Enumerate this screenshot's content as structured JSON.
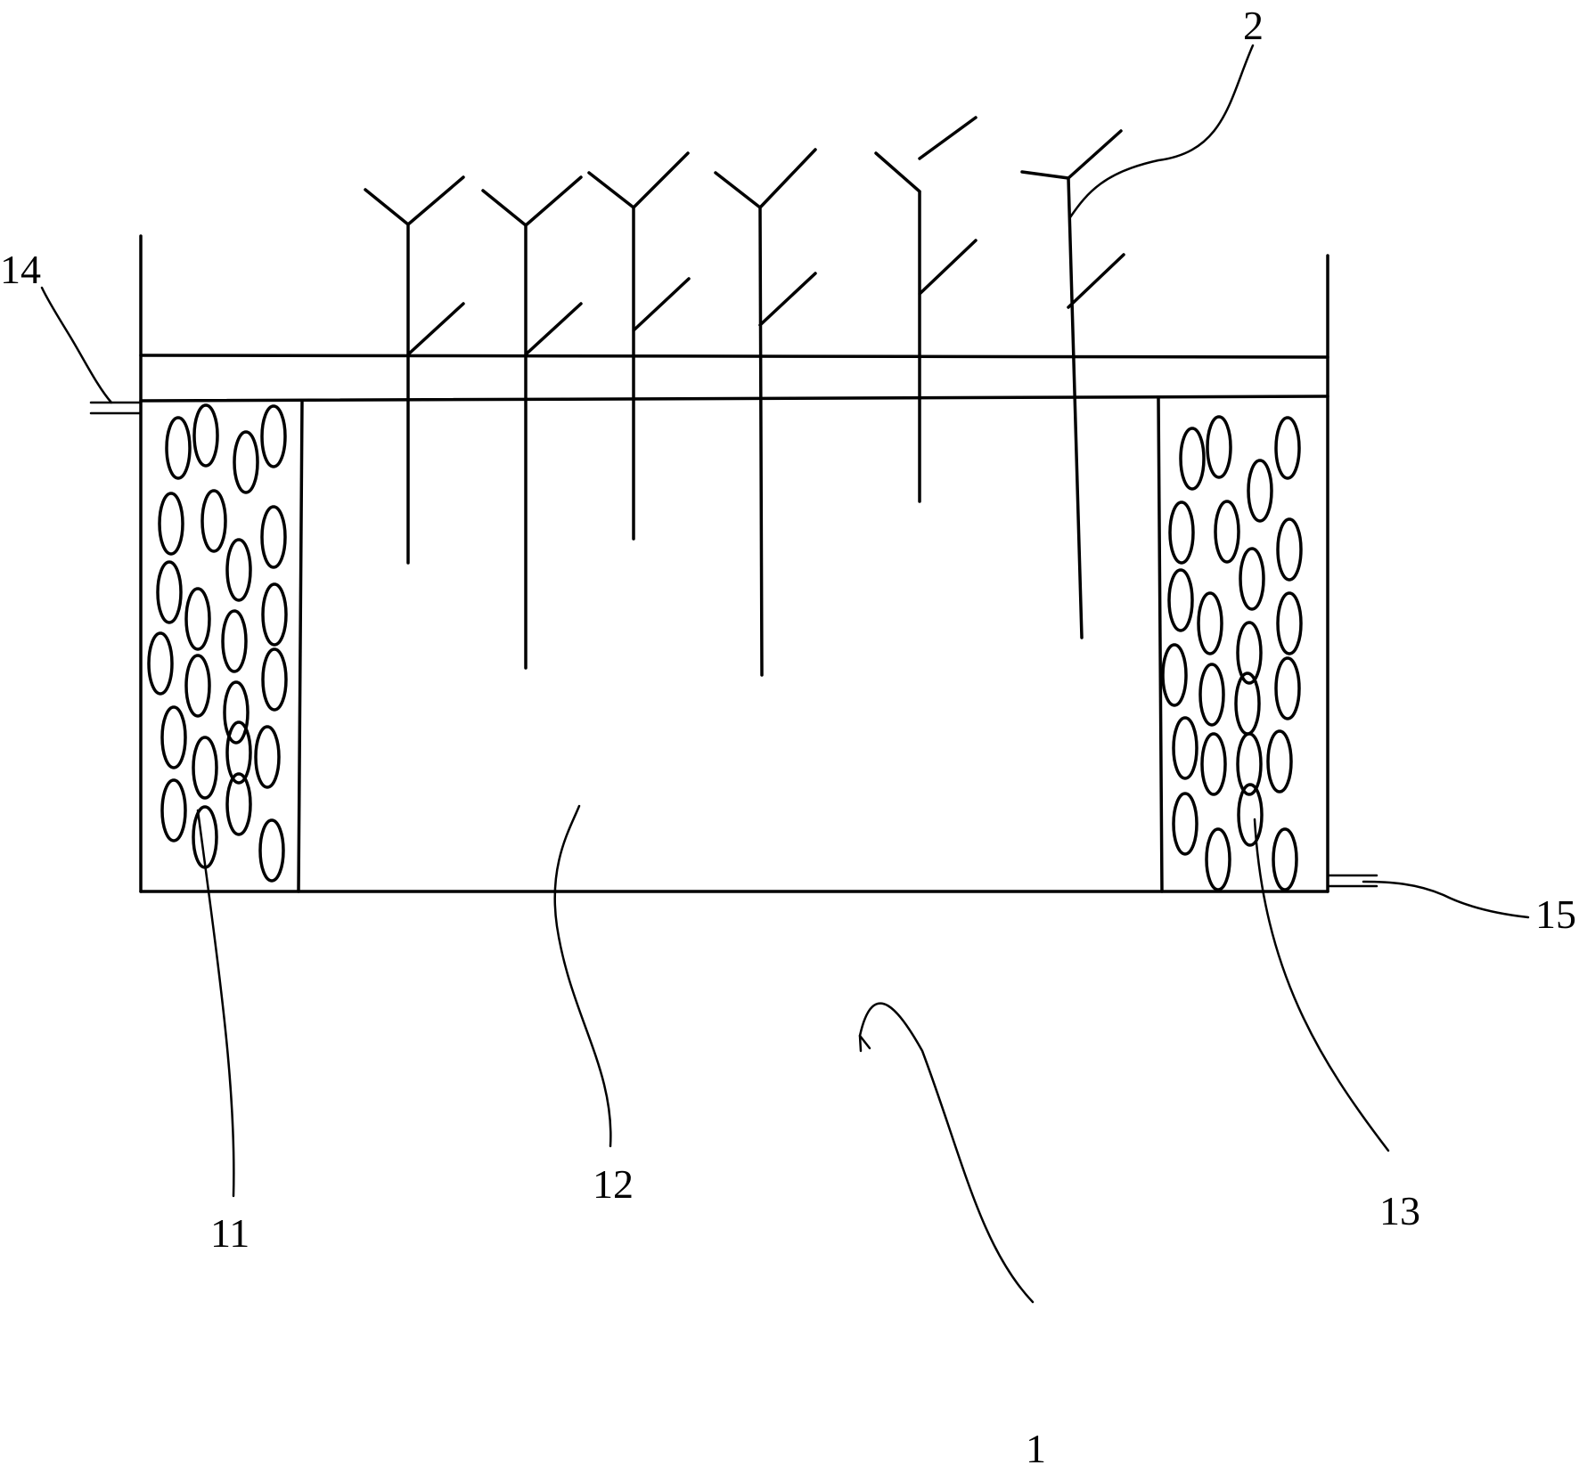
{
  "labels": {
    "l1": "1",
    "l2": "2",
    "l11": "11",
    "l12": "12",
    "l13": "13",
    "l14": "14",
    "l15": "15"
  },
  "colors": {
    "line": "#000000",
    "background": "#ffffff"
  },
  "plants": [
    {
      "id": "plant-1"
    },
    {
      "id": "plant-2"
    },
    {
      "id": "plant-3"
    },
    {
      "id": "plant-4"
    },
    {
      "id": "plant-5"
    },
    {
      "id": "plant-6"
    }
  ]
}
